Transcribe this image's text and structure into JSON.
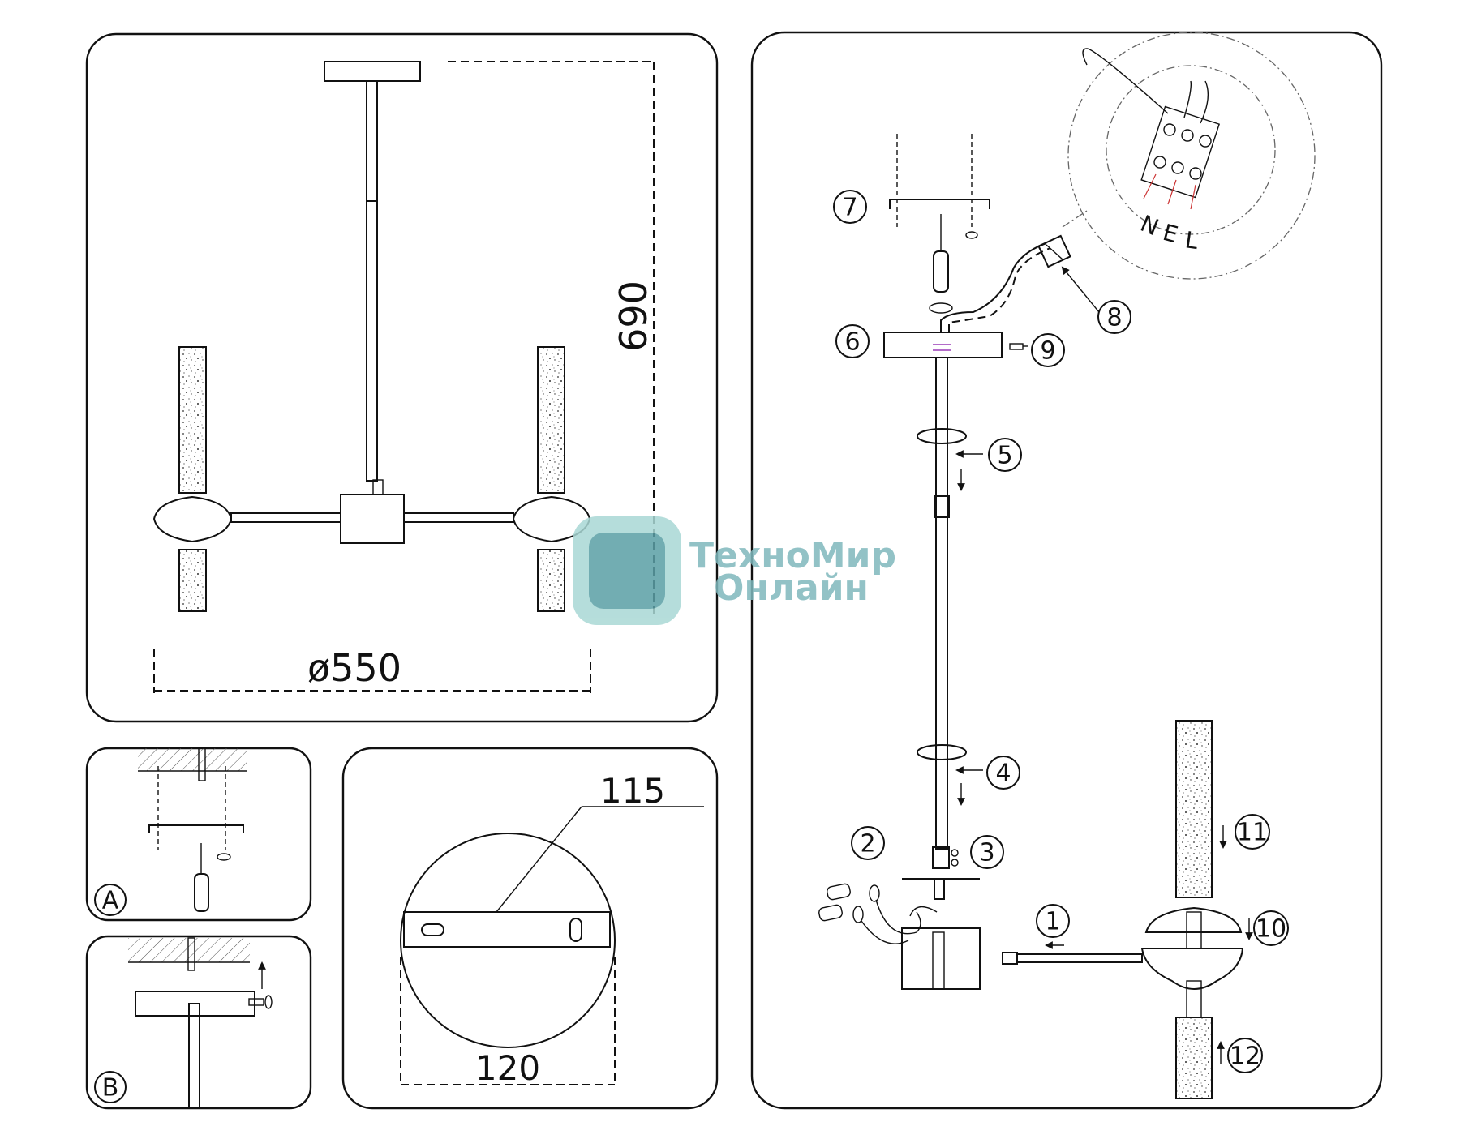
{
  "dimensions": {
    "height": "690",
    "diameter": "ø550",
    "plate_length": "115",
    "plate_diameter": "120"
  },
  "panel_labels": [
    "A",
    "B"
  ],
  "steps": [
    "1",
    "2",
    "3",
    "4",
    "5",
    "6",
    "7",
    "8",
    "9",
    "10",
    "11",
    "12"
  ],
  "terminals": [
    "N",
    "E",
    "L"
  ],
  "watermark": {
    "line1": "ТехноМир",
    "line2": "Онлайн",
    "color": "#6fb3b8"
  }
}
